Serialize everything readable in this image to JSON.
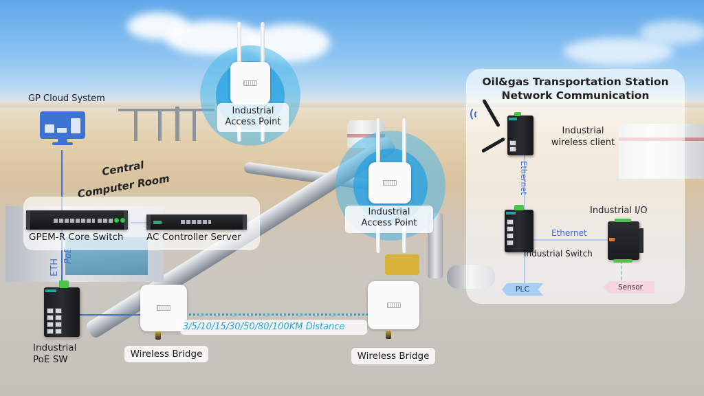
{
  "diagram": {
    "title_line1": "Oil&gas Transportation Station",
    "title_line2": "Network Communication",
    "colors": {
      "link_line": "#3f6fcf",
      "wireless_link": "#26a9d4",
      "ap_glow": "#28a0e1",
      "plc_tag": "#a7cdf0",
      "sensor_tag": "#f6d6dc",
      "monitor": "#3e73d2"
    }
  },
  "nodes": {
    "cloud_system": {
      "label": "GP Cloud System",
      "icon": "monitor-dashboard-icon"
    },
    "central_room": {
      "line1": "Central",
      "line2": "Computer Room"
    },
    "core_switch": {
      "label": "GPEM-R Core Switch",
      "icon": "rack-switch-icon"
    },
    "ac_controller": {
      "label": "AC Controller Server",
      "icon": "rack-server-icon"
    },
    "ap_left": {
      "line1": "Industrial",
      "line2": "Access Point",
      "icon": "access-point-icon"
    },
    "ap_center": {
      "line1": "Industrial",
      "line2": "Access Point",
      "icon": "access-point-icon"
    },
    "poe_switch": {
      "line1": "Industrial",
      "line2": "PoE SW",
      "icon": "din-rail-switch-icon"
    },
    "bridge_left": {
      "label": "Wireless Bridge",
      "icon": "wireless-bridge-icon"
    },
    "bridge_right": {
      "label": "Wireless Bridge",
      "icon": "wireless-bridge-icon"
    },
    "wireless_client": {
      "line1": "Industrial",
      "line2": "wireless client",
      "icon": "wireless-client-icon"
    },
    "industrial_switch": {
      "label": "Industrial Switch",
      "icon": "din-rail-switch-icon"
    },
    "industrial_io": {
      "label": "Industrial I/O",
      "icon": "io-module-icon"
    },
    "plc": {
      "label": "PLC"
    },
    "sensor": {
      "label": "Sensor"
    }
  },
  "links": {
    "eth_vertical": "ETH",
    "poe_vertical": "PoE",
    "ethernet_client_switch": "Ethernet",
    "ethernet_switch_io": "Ethernet",
    "bridge_distance": "3/5/10/15/30/50/80/100KM Distance"
  }
}
